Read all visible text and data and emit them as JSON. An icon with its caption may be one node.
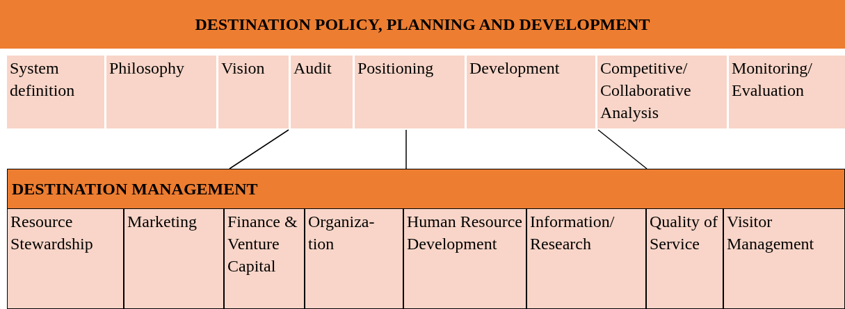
{
  "diagram": {
    "nodes": [
      {
        "text": [
          "DESTINATION POLICY, PLANNING AND DEVELOPMENT"
        ]
      },
      {
        "text": [
          "System definition"
        ]
      },
      {
        "text": [
          "Philosophy"
        ]
      },
      {
        "text": [
          "Vision"
        ]
      },
      {
        "text": [
          "Audit"
        ]
      },
      {
        "text": [
          "Positioning"
        ]
      },
      {
        "text": [
          "Development"
        ]
      },
      {
        "text": [
          "Competitive/ Collaborative Analysis"
        ]
      },
      {
        "text": [
          "Monitoring/ Evaluation"
        ]
      },
      {
        "text": [
          "DESTINATION MANAGEMENT"
        ]
      },
      {
        "text": [
          "Resource Stewardship"
        ]
      },
      {
        "text": [
          "Marketing"
        ]
      },
      {
        "text": [
          "Finance & Venture Capital"
        ]
      },
      {
        "text": [
          "Organiza- tion"
        ]
      },
      {
        "text": [
          "Human Resource Development"
        ]
      },
      {
        "text": [
          "Information/ Research"
        ]
      },
      {
        "text": [
          "Quality of Service"
        ]
      },
      {
        "text": [
          "Visitor Management"
        ]
      }
    ],
    "edges": [
      {
        "from": 4,
        "to": 9,
        "arrow": "none"
      },
      {
        "from": 5,
        "to": 9,
        "arrow": "none"
      },
      {
        "from": 7,
        "to": 9,
        "arrow": "none"
      }
    ]
  }
}
